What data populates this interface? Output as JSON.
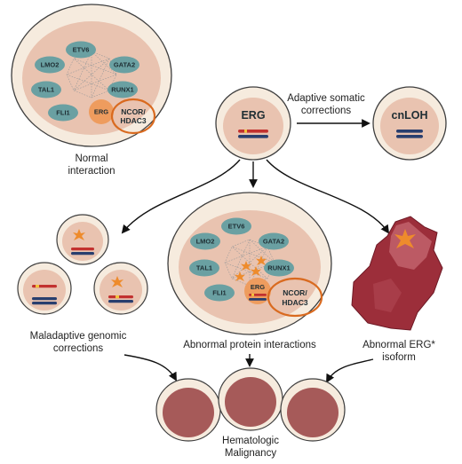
{
  "colors": {
    "cell_outer": "#f6ebde",
    "cell_outline": "#3f3f3f",
    "nucleus": "#e9c3b0",
    "tf_oval": "#6aa0a2",
    "erg": "#ee9c5e",
    "ncor_ring": "#d96a1f",
    "chrom_red": "#c2312f",
    "chrom_blue": "#293e6e",
    "chrom_yellow": "#f2c23b",
    "mutation": "#ee8b2c",
    "malignant": "#a65a59",
    "abnormal_cell": "#9c2e3a",
    "arrow": "#111111"
  },
  "normal_cell": {
    "factors": [
      "ETV6",
      "GATA2",
      "LMO2",
      "TAL1",
      "RUNX1",
      "FLI1"
    ],
    "erg": "ERG",
    "ncor": [
      "NCOR/",
      "HDAC3"
    ],
    "caption": [
      "Normal",
      "interaction"
    ]
  },
  "center_cell": {
    "label": "ERG"
  },
  "somatic": {
    "arrow_label": [
      "Adaptive somatic",
      "corrections"
    ],
    "cell_label": "cnLOH"
  },
  "maladaptive": {
    "caption": [
      "Maladaptive genomic",
      "corrections"
    ]
  },
  "abnormal_interaction": {
    "factors": [
      "ETV6",
      "GATA2",
      "LMO2",
      "TAL1",
      "RUNX1",
      "FLI1"
    ],
    "erg": "ERG",
    "ncor": [
      "NCOR/",
      "HDAC3"
    ],
    "caption": "Abnormal protein interactions"
  },
  "isoform": {
    "caption": [
      "Abnormal ERG*",
      "isoform"
    ]
  },
  "malignancy": {
    "caption": [
      "Hematologic",
      "Malignancy"
    ]
  }
}
